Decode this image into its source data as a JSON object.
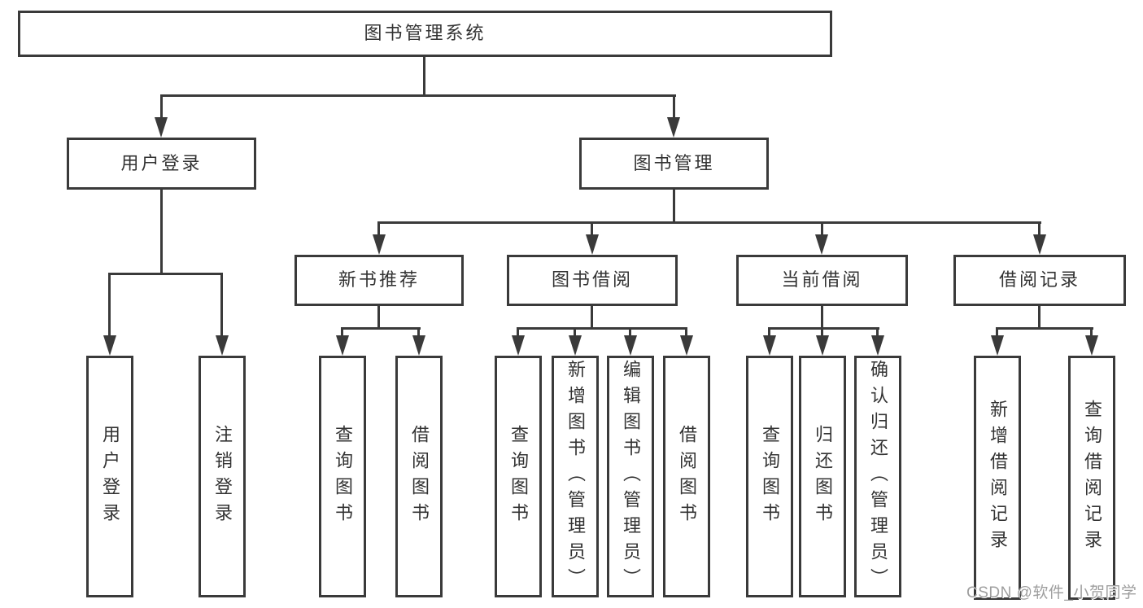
{
  "title": "图书管理系统",
  "level2": {
    "user_login": "用户登录",
    "book_mgmt": "图书管理"
  },
  "level3": {
    "new_books": "新书推荐",
    "book_borrow": "图书借阅",
    "current_borrow": "当前借阅",
    "borrow_records": "借阅记录"
  },
  "leaves": {
    "user_login": [
      "用户登录",
      "注销登录"
    ],
    "new_books": [
      "查询图书",
      "借阅图书"
    ],
    "book_borrow": [
      "查询图书",
      "新增图书（管理员）",
      "编辑图书（管理员）",
      "借阅图书"
    ],
    "current_borrow": [
      "查询图书",
      "归还图书",
      "确认归还（管理员）"
    ],
    "borrow_records": [
      "新增借阅记录",
      "查询借阅记录"
    ]
  },
  "watermark": "CSDN @软件_小贺同学",
  "colors": {
    "line": "#3a3a3a",
    "text": "#333333",
    "watermark": "#9e9e9e",
    "background": "#ffffff"
  }
}
